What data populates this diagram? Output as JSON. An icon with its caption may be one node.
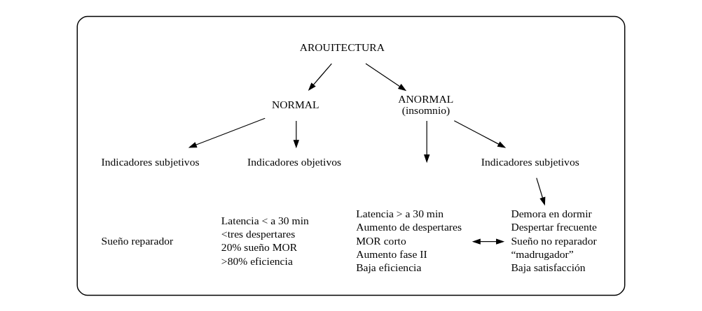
{
  "diagram": {
    "nodes": [
      {
        "text": [],
        "shape": "box"
      },
      {
        "text": [
          "AROUITECTURA"
        ],
        "in": 0
      },
      {
        "text": [
          "NORMAL"
        ],
        "in": 0
      },
      {
        "text": [
          "ANORMAL",
          "(insomnio)"
        ],
        "in": 0
      },
      {
        "text": [
          "Indicadores subjetivos"
        ],
        "in": 0
      },
      {
        "text": [
          "Indicadores objetivos"
        ],
        "in": 0
      },
      {
        "text": [
          "Indicadores subjetivos"
        ],
        "in": 0
      },
      {
        "text": [
          "Latencia > a 30 min",
          "Aumento de despertares",
          "MOR corto",
          "Aumento fase II",
          "Baja eficiencia"
        ],
        "in": 0
      },
      {
        "text": [
          "Demora en dormir",
          "Despertar frecuente",
          "Sueño no reparador",
          "“madrugador”",
          "Baja satisfacción"
        ],
        "in": 0
      }
    ],
    "edges": [
      {
        "from": 1,
        "to": 2,
        "arrow": "to"
      },
      {
        "from": 1,
        "to": 3,
        "arrow": "to"
      },
      {
        "from": 2,
        "to": 4,
        "arrow": "to"
      },
      {
        "from": 2,
        "to": 5,
        "arrow": "to"
      },
      {
        "from": 3,
        "to": null,
        "arrow": "to"
      },
      {
        "from": 3,
        "to": 6,
        "arrow": "to"
      },
      {
        "from": 6,
        "to": 8,
        "arrow": "to"
      },
      {
        "from": 7,
        "to": 8,
        "arrow": "both"
      }
    ],
    "labels": [
      "Sueño reparador",
      "Latencia < a 30 min",
      "<tres despertares",
      "20% sueño MOR",
      ">80% eficiencia"
    ]
  }
}
